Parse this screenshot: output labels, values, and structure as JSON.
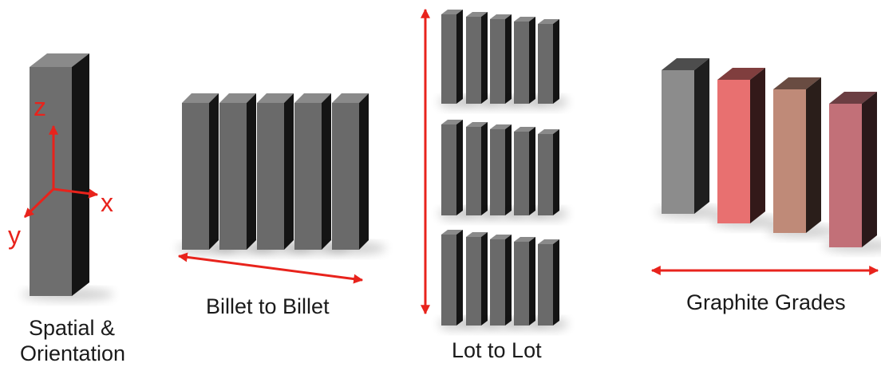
{
  "colors": {
    "arrow": "#e8231c",
    "bar_front": "#6d6d6d",
    "bar_side": "#141414",
    "bar_top": "#8a8a8a",
    "grade_gray": "#8c8c8c",
    "grade_red": "#e87070",
    "grade_tan": "#bf8a78",
    "grade_rose": "#c27078"
  },
  "panels": {
    "spatial": {
      "caption_line1": "Spatial &",
      "caption_line2": "Orientation",
      "axes": {
        "z": "z",
        "x": "x",
        "y": "y"
      }
    },
    "billet": {
      "caption": "Billet to Billet"
    },
    "lot": {
      "caption": "Lot to Lot"
    },
    "grades": {
      "caption": "Graphite Grades"
    }
  }
}
